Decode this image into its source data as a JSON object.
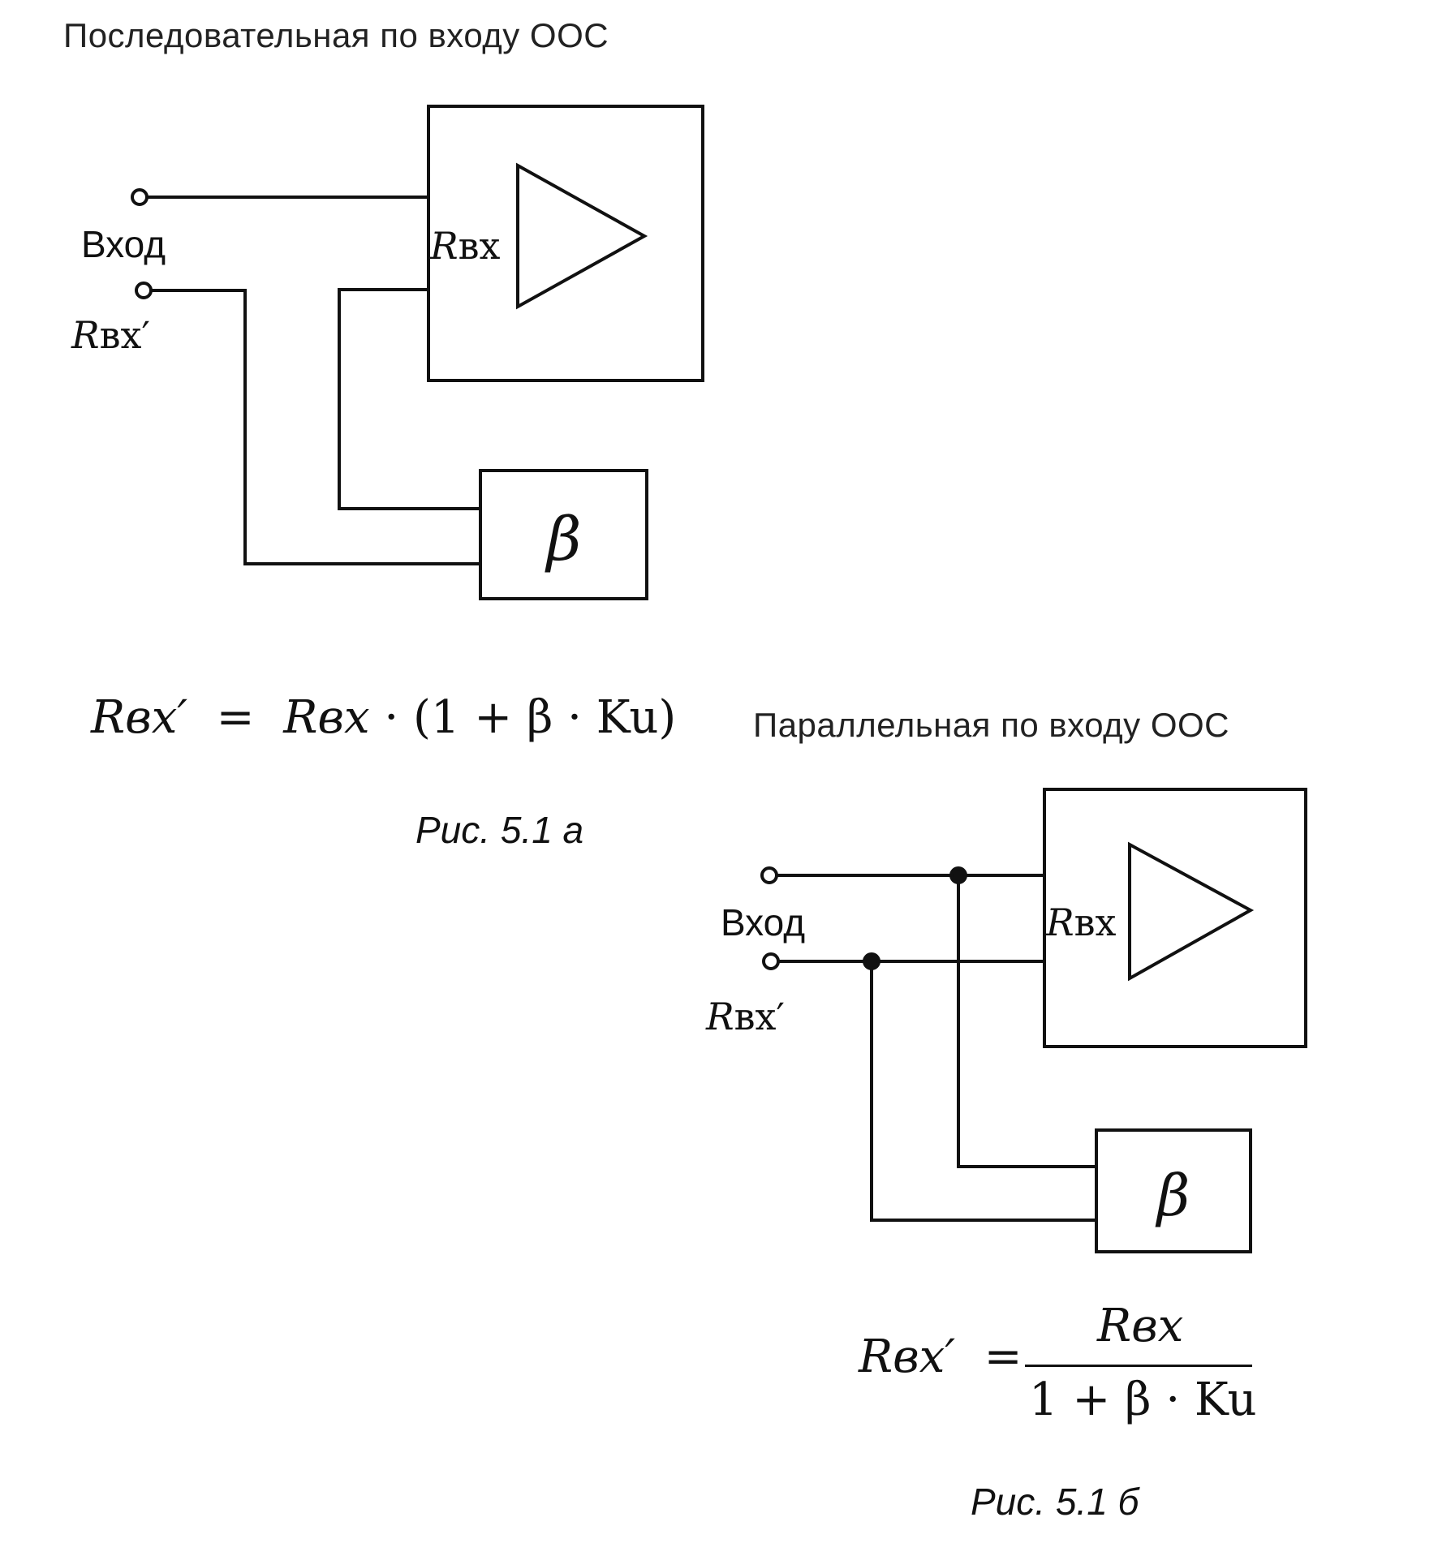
{
  "diagram_a": {
    "title": "Последовательная по входу ООС",
    "input_label": "Вход",
    "rin_label": {
      "symbol": "R",
      "subscript": "вх"
    },
    "rin_prime_label": {
      "symbol": "R",
      "subscript": "вх",
      "prime": "′"
    },
    "beta_label": "β",
    "formula": {
      "lhs": "Rвх′",
      "rhs_r": "Rвх",
      "rhs_rest": "· (1 + β · Ku)"
    },
    "caption": "Рис. 5.1 а"
  },
  "diagram_b": {
    "title": "Параллельная по входу ООС",
    "input_label": "Вход",
    "rin_label": {
      "symbol": "R",
      "subscript": "вх"
    },
    "rin_prime_label": {
      "symbol": "R",
      "subscript": "вх",
      "prime": "′"
    },
    "beta_label": "β",
    "formula": {
      "lhs": "Rвх′",
      "numerator": "Rвх",
      "denominator": "1 + β · Ku"
    },
    "caption": "Рис. 5.1 б"
  },
  "colors": {
    "line": "#111111",
    "background": "#ffffff"
  },
  "icons": {
    "amplifier": "triangle-amplifier-icon",
    "terminal": "open-circle-terminal-icon",
    "junction": "filled-dot-junction-icon"
  }
}
